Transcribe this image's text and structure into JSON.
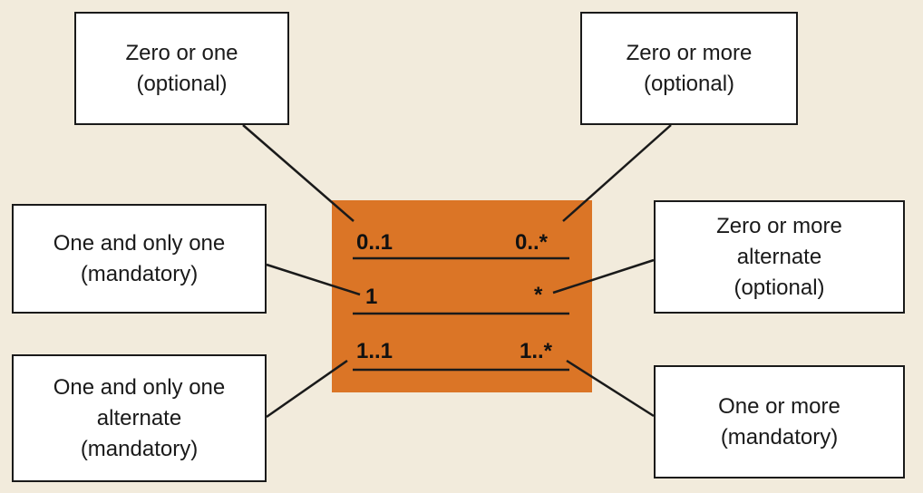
{
  "diagram": {
    "colors": {
      "background": "#f2ebdc",
      "center_fill": "#db7526",
      "line": "#1a1a1a",
      "note_fill": "#ffffff"
    },
    "notes": {
      "zero_or_one": [
        "Zero or one",
        "(optional)"
      ],
      "zero_or_more": [
        "Zero or more",
        "(optional)"
      ],
      "one_and_only_one": [
        "One and only one",
        "(mandatory)"
      ],
      "zero_or_more_alternate": [
        "Zero or more",
        "alternate",
        "(optional)"
      ],
      "one_and_only_one_alternate": [
        "One and only one",
        "alternate",
        "(mandatory)"
      ],
      "one_or_more": [
        "One or more",
        "(mandatory)"
      ]
    },
    "multiplicities": {
      "zero_one": "0..1",
      "zero_star": "0..*",
      "one": "1",
      "star": "*",
      "one_one": "1..1",
      "one_star": "1..*"
    }
  }
}
